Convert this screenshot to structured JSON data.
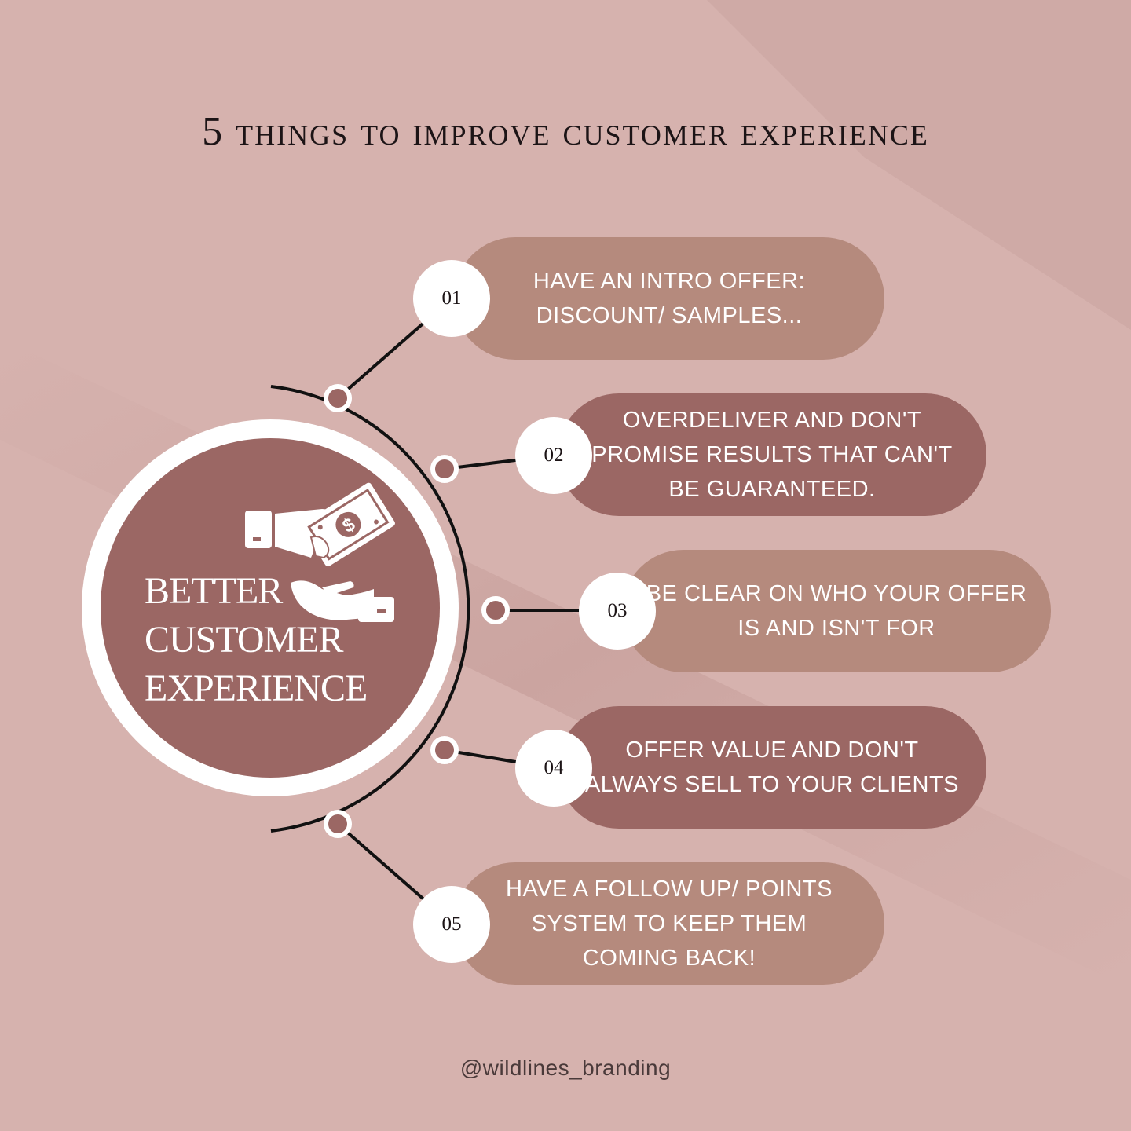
{
  "title": "5 things to improve customer experience",
  "hub": {
    "lines": [
      "BETTER",
      "CUSTOMER",
      "EXPERIENCE"
    ],
    "icon": "hand-giving-money-icon"
  },
  "steps": [
    {
      "number": "01",
      "lines": [
        "HAVE AN INTRO OFFER:",
        "DISCOUNT/ SAMPLES..."
      ]
    },
    {
      "number": "02",
      "lines": [
        "OVERDELIVER AND DON'T",
        "PROMISE RESULTS THAT CAN'T",
        "BE GUARANTEED."
      ]
    },
    {
      "number": "03",
      "lines": [
        "BE CLEAR ON WHO YOUR OFFER",
        "IS AND ISN'T FOR"
      ]
    },
    {
      "number": "04",
      "lines": [
        "OFFER VALUE AND DON'T",
        "ALWAYS SELL TO YOUR CLIENTS"
      ]
    },
    {
      "number": "05",
      "lines": [
        "HAVE A FOLLOW UP/ POINTS",
        "SYSTEM TO KEEP THEM",
        "COMING BACK!"
      ]
    }
  ],
  "handle": "@wildlines_branding",
  "colors": {
    "background": "#d6b2ae",
    "pill_light": "#b58a7d",
    "pill_dark": "#9b6764",
    "hub": "#9b6764",
    "connector": "#111111"
  }
}
